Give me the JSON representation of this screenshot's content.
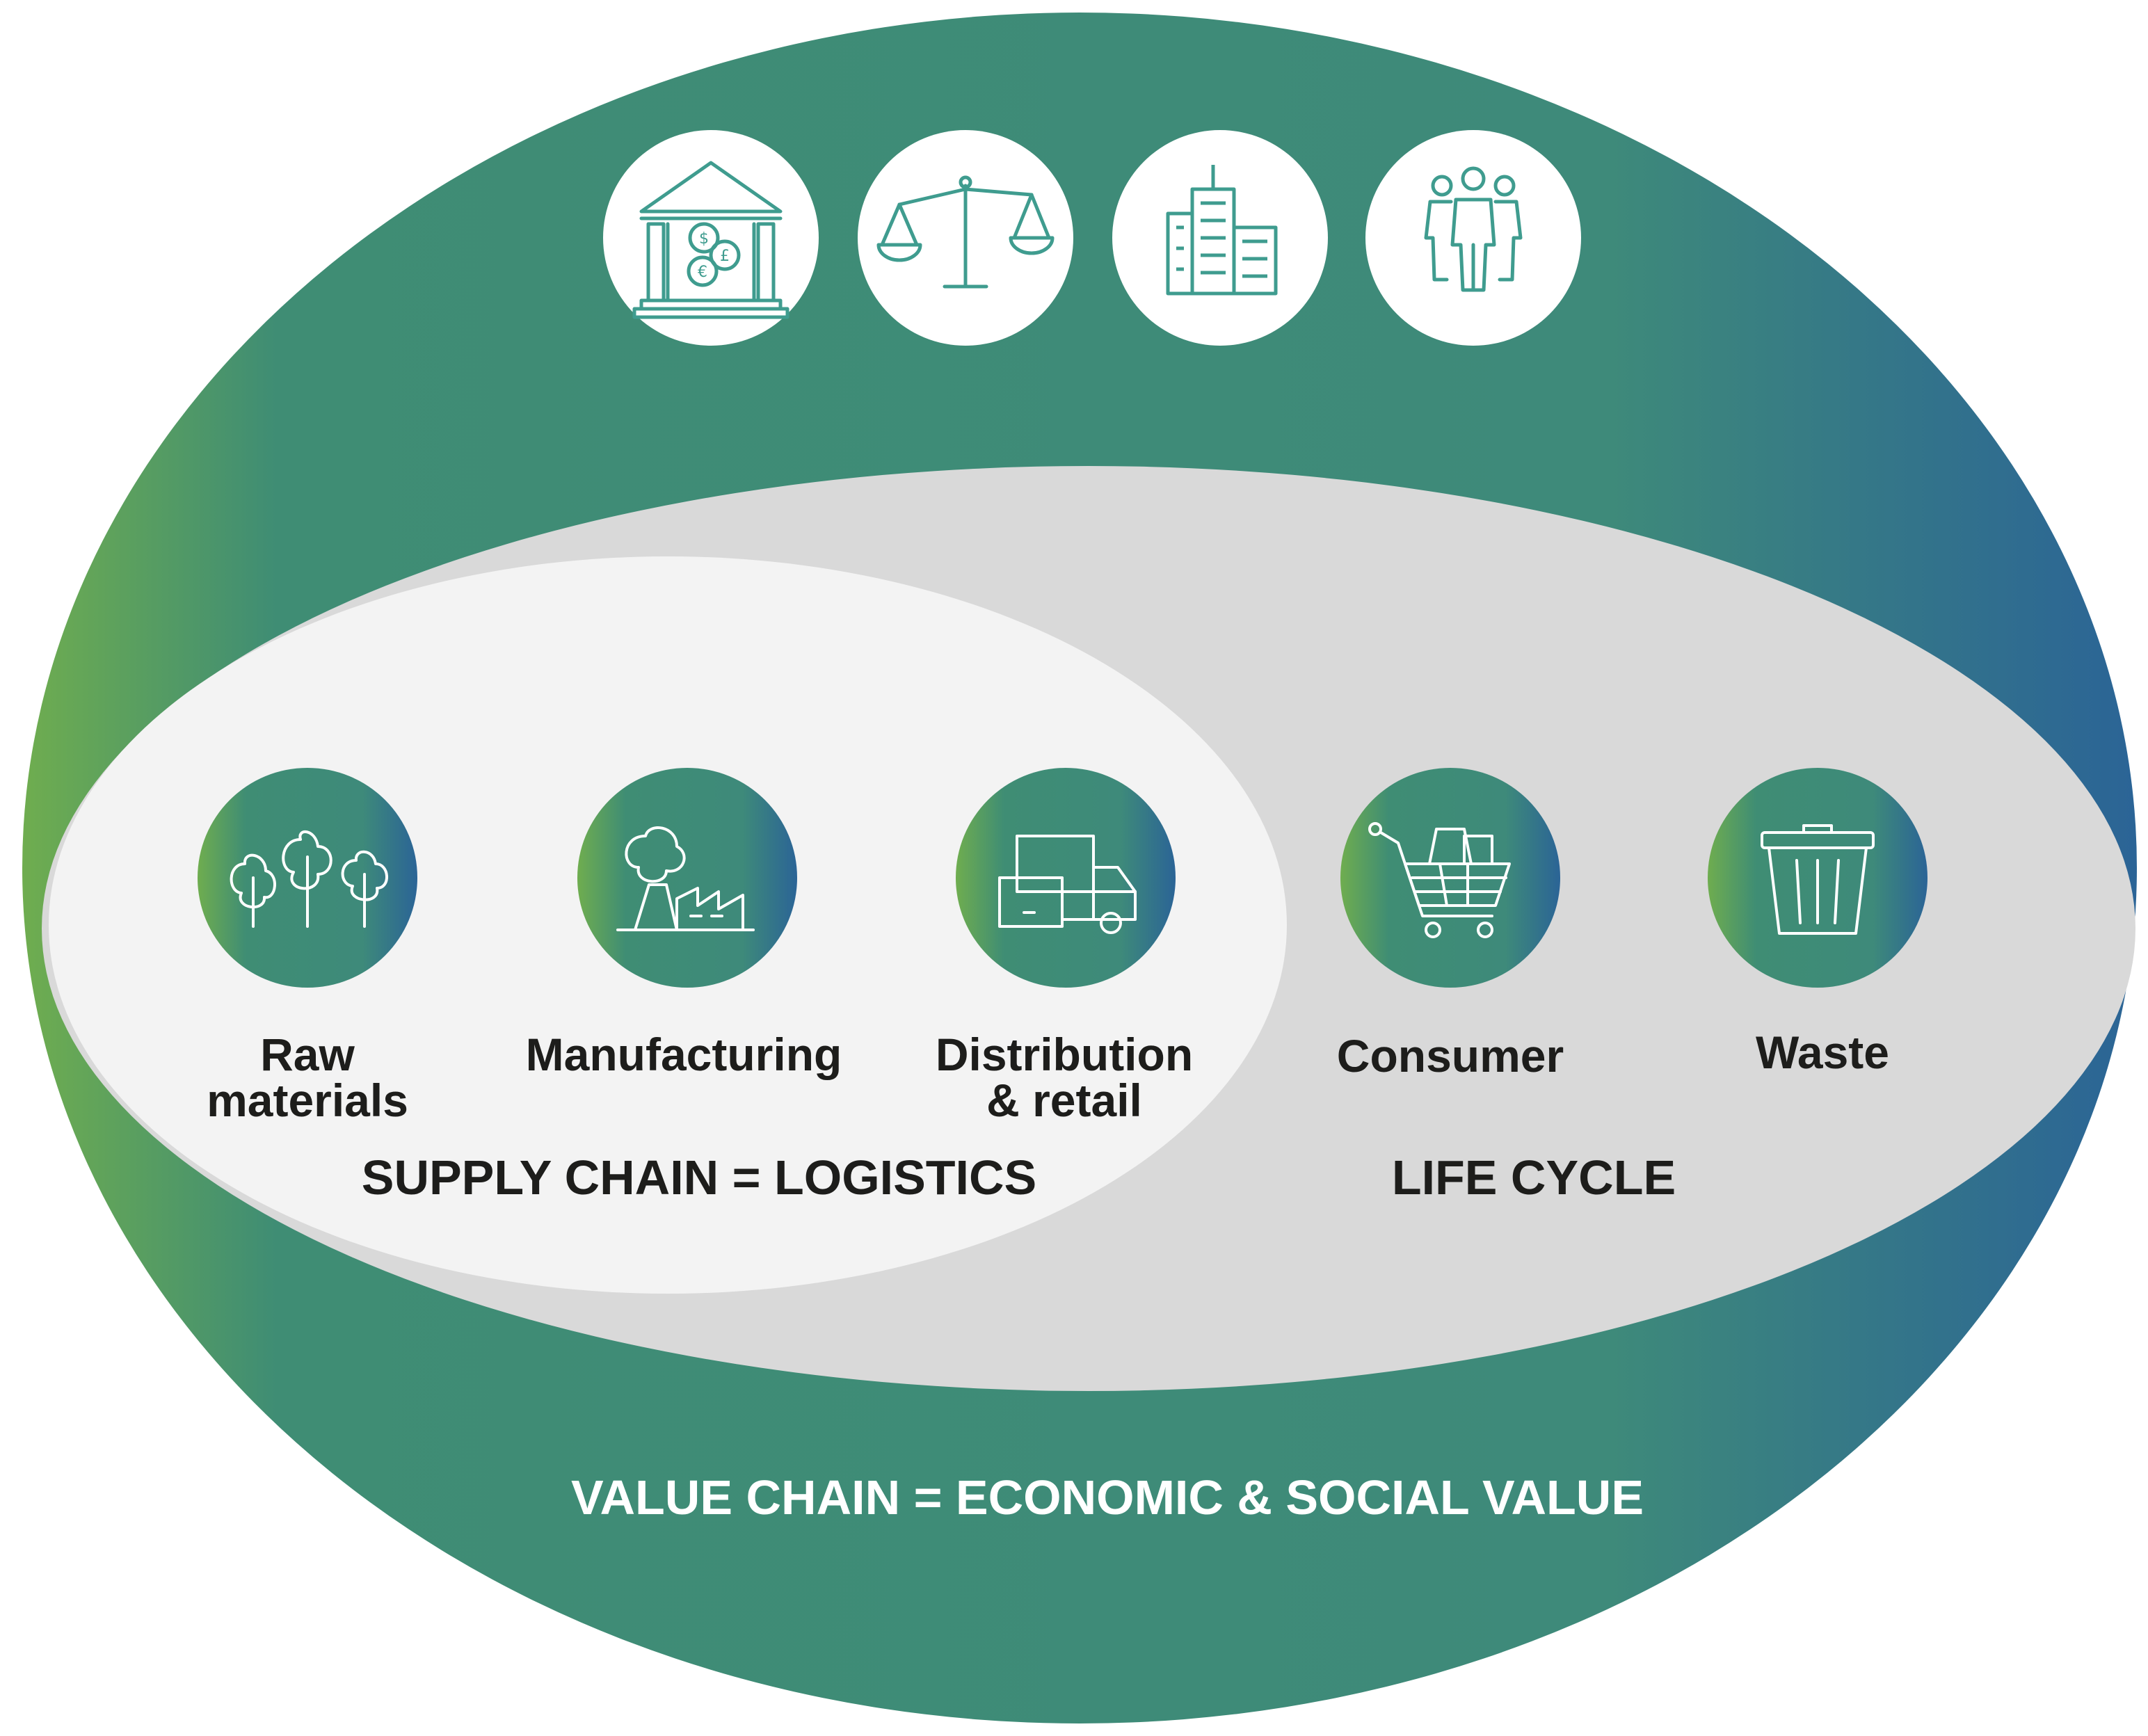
{
  "colors": {
    "gradient_start": "#6fad4f",
    "gradient_mid": "#3e8a78",
    "gradient_end": "#2b6496",
    "life_cycle_fill": "#d9d9d9",
    "supply_chain_fill": "#f3f3f3",
    "icon_line": "#ffffff",
    "top_icon_line": "#3f9c8f",
    "label_text": "#1d1d1b"
  },
  "top_icons": [
    {
      "icon": "bank-finance-icon"
    },
    {
      "icon": "justice-scale-icon"
    },
    {
      "icon": "office-building-icon"
    },
    {
      "icon": "people-group-icon"
    }
  ],
  "stages": [
    {
      "icon": "trees-icon",
      "label_line1": "Raw",
      "label_line2": "materials"
    },
    {
      "icon": "factory-icon",
      "label_line1": "Manufacturing",
      "label_line2": ""
    },
    {
      "icon": "delivery-truck-icon",
      "label_line1": "Distribution",
      "label_line2": "& retail"
    },
    {
      "icon": "shopping-cart-icon",
      "label_line1": "Consumer",
      "label_line2": ""
    },
    {
      "icon": "trash-bin-icon",
      "label_line1": "Waste",
      "label_line2": ""
    }
  ],
  "sections": {
    "supply_chain": "SUPPLY CHAIN = LOGISTICS",
    "life_cycle": "LIFE CYCLE",
    "value_chain": "VALUE CHAIN = ECONOMIC & SOCIAL VALUE"
  }
}
